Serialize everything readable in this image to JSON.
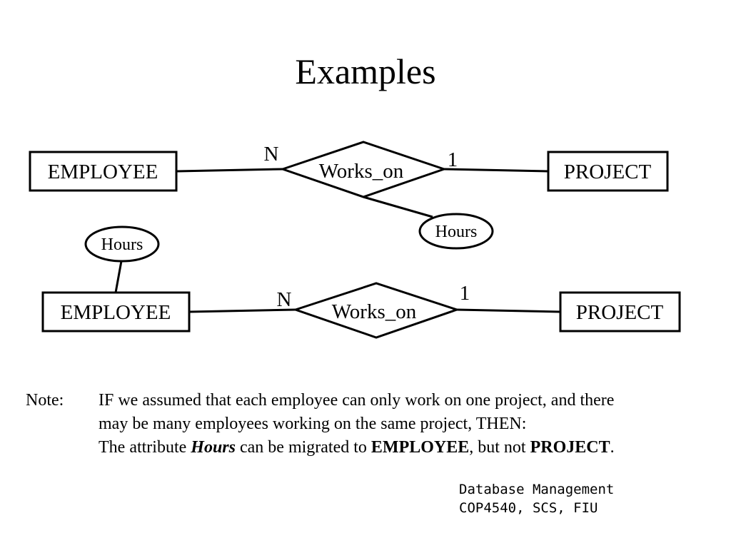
{
  "title": "Examples",
  "diagram1": {
    "entity_left": "EMPLOYEE",
    "relationship": "Works_on",
    "entity_right": "PROJECT",
    "attribute": "Hours",
    "card_left": "N",
    "card_right": "1"
  },
  "diagram2": {
    "entity_left": "EMPLOYEE",
    "relationship": "Works_on",
    "entity_right": "PROJECT",
    "attribute": "Hours",
    "card_left": "N",
    "card_right": "1"
  },
  "note": {
    "label": "Note:",
    "line1": "IF we assumed that each employee can only work on one project, and there",
    "line2": "may be many employees working on the same project, THEN:",
    "line3_a": "The attribute ",
    "line3_b": "Hours",
    "line3_c": " can be migrated to ",
    "line3_d": "EMPLOYEE",
    "line3_e": ", but not ",
    "line3_f": "PROJECT",
    "line3_g": "."
  },
  "footer": {
    "line1": "Database Management",
    "line2": "COP4540, SCS, FIU"
  }
}
